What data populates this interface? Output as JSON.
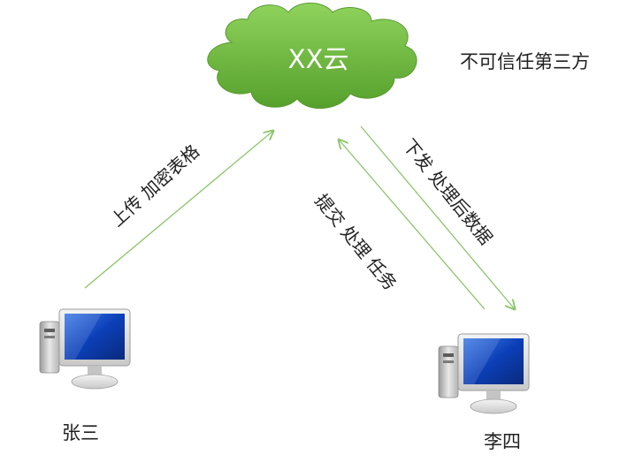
{
  "cloud": {
    "label": "XX云",
    "note": "不可信任第三方",
    "color": "#6bb33a"
  },
  "users": {
    "left_name": "张三",
    "right_name": "李四"
  },
  "arrows": {
    "upload_label": "上传 加密表格",
    "submit_label": "提交 处理 任务",
    "download_label": "下发 处理后数据",
    "color": "#8cc46a"
  },
  "icons": {
    "cloud": "cloud-icon",
    "computer": "computer-icon"
  }
}
